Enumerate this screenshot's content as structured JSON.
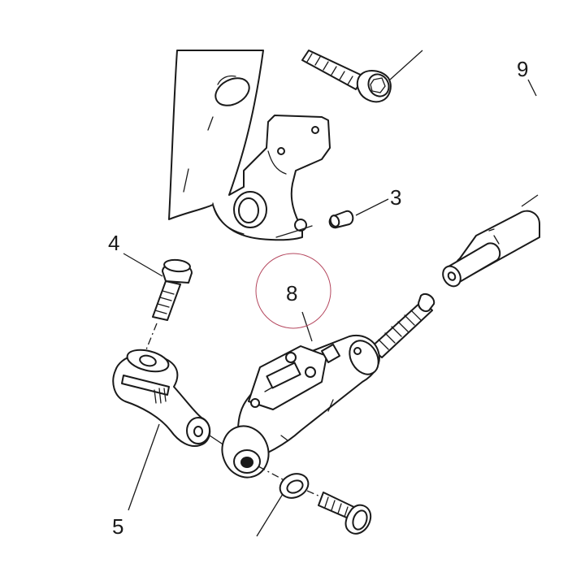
{
  "callouts": {
    "part_3": "3",
    "part_4": "4",
    "part_5": "5",
    "part_8": "8",
    "part_9": "9"
  },
  "highlight_color": "#b5485f",
  "line_color": "#1a1a1a"
}
